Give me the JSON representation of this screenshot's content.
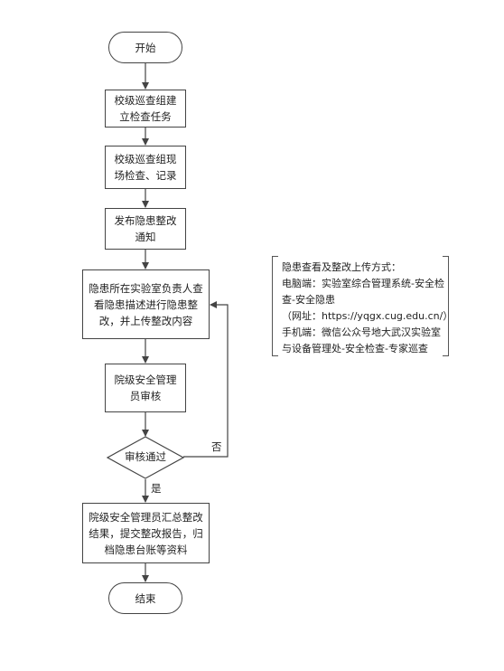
{
  "flowchart": {
    "start": "开始",
    "steps": [
      "校级巡查组建立检查任务",
      "校级巡查组现场检查、记录",
      "发布隐患整改通知",
      "隐患所在实验室负责人查看隐患描述进行隐患整改，并上传整改内容",
      "院级安全管理员审核"
    ],
    "decision": "审核通过",
    "yes_label": "是",
    "no_label": "否",
    "final_step": "院级安全管理员汇总整改结果，提交整改报告，归档隐患台账等资料",
    "end": "结束"
  },
  "note": {
    "lines": [
      "隐患查看及整改上传方式：",
      "电脑端：实验室综合管理系统-安全检",
      "查-安全隐患",
      "（网址：https://yqgx.cug.edu.cn/）",
      "手机端：微信公众号地大武汉实验室",
      "与设备管理处-安全检查-专家巡查"
    ]
  }
}
